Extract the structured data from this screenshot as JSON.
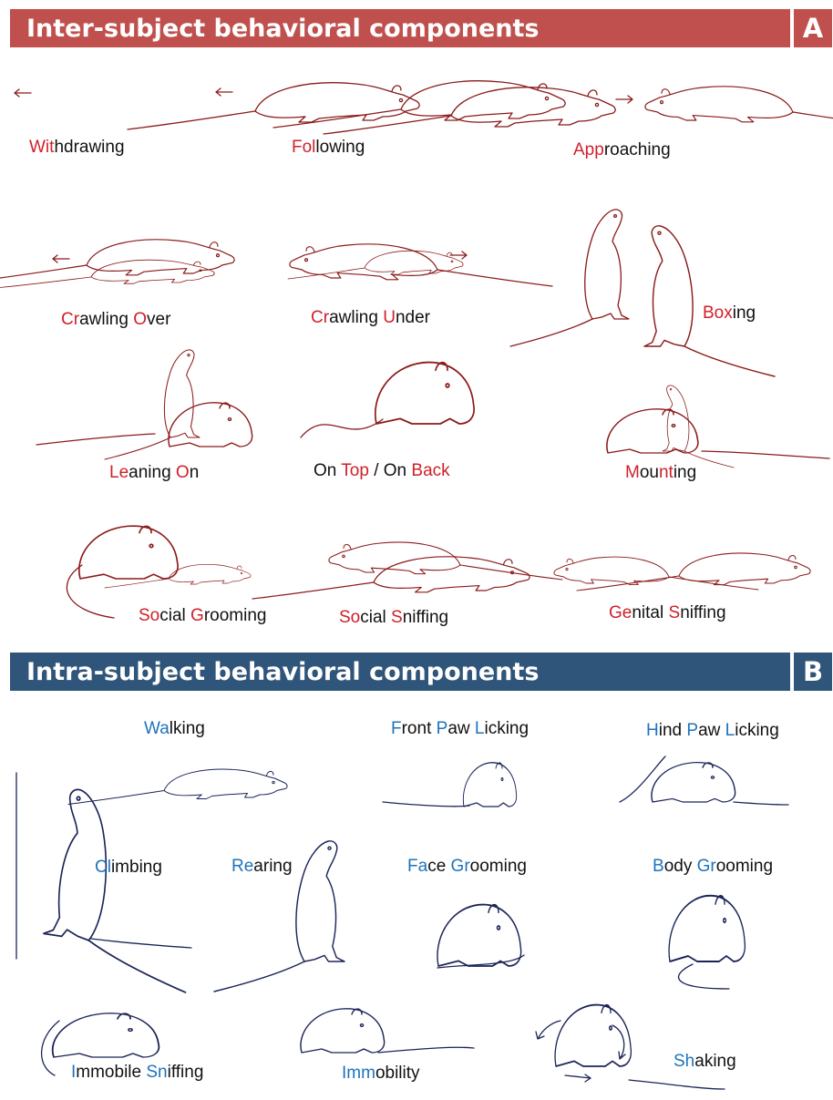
{
  "panel_a": {
    "title": "Inter-subject behavioral components",
    "badge": "A",
    "labels": {
      "withdrawing": [
        "Wit",
        "hdrawing"
      ],
      "following": [
        "Fol",
        "lowing"
      ],
      "approaching": [
        "App",
        "roaching"
      ],
      "crawling_over": [
        "Cr",
        "awling ",
        "O",
        "ver"
      ],
      "crawling_under": [
        "Cr",
        "awling ",
        "U",
        "nder"
      ],
      "boxing": [
        "Box",
        "ing"
      ],
      "leaning_on": [
        "Le",
        "aning ",
        "O",
        "n"
      ],
      "on_top_on_back": [
        "On ",
        "Top",
        " / On ",
        "Back"
      ],
      "mounting": [
        "M",
        "ou",
        "nt",
        "ing"
      ],
      "social_grooming": [
        "So",
        "cial ",
        "G",
        "rooming"
      ],
      "social_sniffing": [
        "So",
        "cial ",
        "S",
        "niffing"
      ],
      "genital_sniffing": [
        "Ge",
        "nital ",
        "S",
        "niffing"
      ]
    }
  },
  "panel_b": {
    "title": "Intra-subject behavioral components",
    "badge": "B",
    "labels": {
      "walking": [
        "Wa",
        "lking"
      ],
      "front_paw_licking": [
        "F",
        "ront ",
        "P",
        "aw ",
        "L",
        "icking"
      ],
      "hind_paw_licking": [
        "H",
        "ind ",
        "P",
        "aw ",
        "L",
        "icking"
      ],
      "climbing": [
        "Cl",
        "imbing"
      ],
      "rearing": [
        "Re",
        "aring"
      ],
      "face_grooming": [
        "Fa",
        "ce ",
        "Gr",
        "ooming"
      ],
      "body_grooming": [
        "B",
        "ody ",
        "Gr",
        "ooming"
      ],
      "immobile_sniffing": [
        "I",
        "mmobile ",
        "Sn",
        "iffing"
      ],
      "immobility": [
        "Imm",
        "obility"
      ],
      "shaking": [
        "Sh",
        "aking"
      ]
    }
  },
  "colors": {
    "panel_a_banner": "#c0504d",
    "panel_b_banner": "#2f557a",
    "panel_a_highlight": "#d0202a",
    "panel_b_highlight": "#1e73be",
    "panel_a_drawing": "#8b1a1a",
    "panel_b_drawing": "#1b2458"
  },
  "icons": [
    "rat-drawing",
    "direction-arrow-icon",
    "shake-motion-arrow-icon"
  ]
}
